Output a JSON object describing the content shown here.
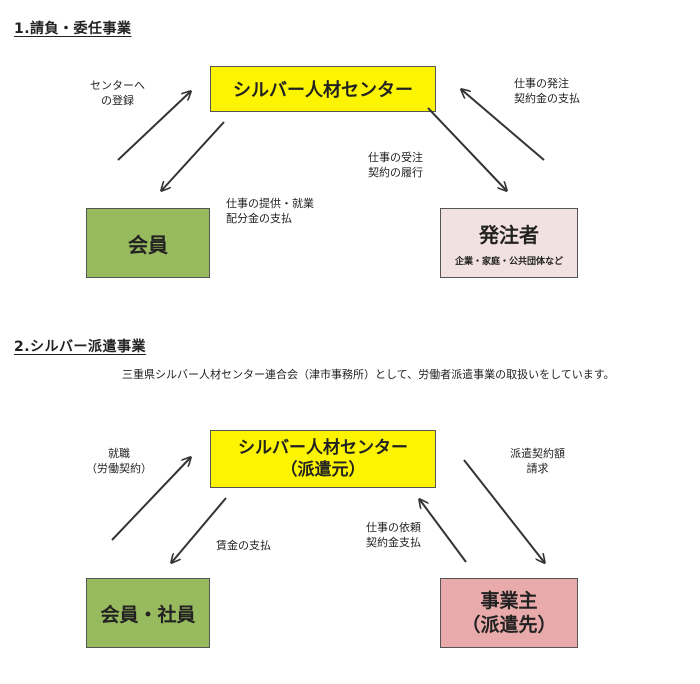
{
  "section1": {
    "heading": "1.請負・委任事業",
    "center_box": "シルバー人材センター",
    "member_box": "会員",
    "client_box": "発注者",
    "client_sub": "企業・家庭・公共団体など",
    "labels": {
      "register_l1": "センターへ",
      "register_l2": "の登録",
      "order_pay_l1": "仕事の発注",
      "order_pay_l2": "契約金の支払",
      "accept_l1": "仕事の受注",
      "accept_l2": "契約の履行",
      "provide_l1": "仕事の提供・就業",
      "provide_l2": "配分金の支払"
    }
  },
  "section2": {
    "heading": "2.シルバー派遣事業",
    "description": "三重県シルバー人材センター連合会（津市事務所）として、労働者派遣事業の取扱いをしています。",
    "center_box_l1": "シルバー人材センター",
    "center_box_l2": "（派遣元）",
    "member_box": "会員・社員",
    "employer_box_l1": "事業主",
    "employer_box_l2": "（派遣先）",
    "labels": {
      "employ_l1": "就職",
      "employ_l2": "（労働契約）",
      "dispatch_l1": "派遣契約額",
      "dispatch_l2": "請求",
      "wage": "賃金の支払",
      "request_l1": "仕事の依頼",
      "request_l2": "契約金支払"
    }
  }
}
